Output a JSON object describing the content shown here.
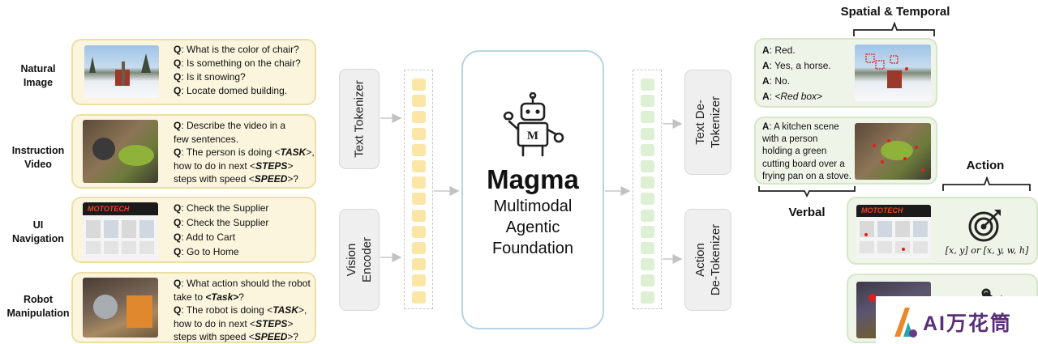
{
  "inputs": [
    {
      "label_lines": [
        "Natural",
        "Image"
      ],
      "questions": [
        [
          {
            "t": "Q",
            "b": true
          },
          {
            "t": ": What is the color of chair?"
          }
        ],
        [
          {
            "t": "Q",
            "b": true
          },
          {
            "t": ": Is something on the chair?"
          }
        ],
        [
          {
            "t": "Q",
            "b": true
          },
          {
            "t": ": Is it snowing?"
          }
        ],
        [
          {
            "t": "Q",
            "b": true
          },
          {
            "t": ": Locate domed building."
          }
        ]
      ]
    },
    {
      "label_lines": [
        "Instruction",
        "Video"
      ],
      "questions": [
        [
          {
            "t": "Q",
            "b": true
          },
          {
            "t": ": Describe the video in a"
          }
        ],
        [
          {
            "t": "few sentences."
          }
        ],
        [
          {
            "t": "Q",
            "b": true
          },
          {
            "t": ": The person is doing <"
          },
          {
            "t": "TASK",
            "b": true,
            "i": true
          },
          {
            "t": ">,"
          }
        ],
        [
          {
            "t": "how to do in next <"
          },
          {
            "t": "STEPS",
            "b": true,
            "i": true
          },
          {
            "t": ">"
          }
        ],
        [
          {
            "t": "steps with speed <"
          },
          {
            "t": "SPEED",
            "b": true,
            "i": true
          },
          {
            "t": ">?"
          }
        ]
      ]
    },
    {
      "label_lines": [
        "UI",
        "Navigation"
      ],
      "questions": [
        [
          {
            "t": "Q",
            "b": true
          },
          {
            "t": ": Check the Supplier"
          }
        ],
        [
          {
            "t": "Q",
            "b": true
          },
          {
            "t": ": Check the Supplier"
          }
        ],
        [
          {
            "t": "Q",
            "b": true
          },
          {
            "t": ": Add to Cart"
          }
        ],
        [
          {
            "t": "Q",
            "b": true
          },
          {
            "t": ": Go to Home"
          }
        ]
      ]
    },
    {
      "label_lines": [
        "Robot",
        "Manipulation"
      ],
      "questions": [
        [
          {
            "t": "Q",
            "b": true
          },
          {
            "t": ": What action should the robot"
          }
        ],
        [
          {
            "t": "take to "
          },
          {
            "t": "<Task>",
            "b": true,
            "i": true
          },
          {
            "t": "?"
          }
        ],
        [
          {
            "t": "Q",
            "b": true
          },
          {
            "t": ": The robot is doing <"
          },
          {
            "t": "TASK",
            "b": true,
            "i": true
          },
          {
            "t": ">,"
          }
        ],
        [
          {
            "t": "how to do in next <"
          },
          {
            "t": "STEPS",
            "b": true,
            "i": true
          },
          {
            "t": ">"
          }
        ],
        [
          {
            "t": "steps with speed <"
          },
          {
            "t": "SPEED",
            "b": true,
            "i": true
          },
          {
            "t": ">?"
          }
        ]
      ]
    }
  ],
  "thumb_labels": {
    "ui_brand": "MOTOTECH",
    "ui_brand_action": "MOTOTECH"
  },
  "text_tokenizer": "Text Tokenizer",
  "vision_encoder_lines": [
    "Vision",
    "Encoder"
  ],
  "center": {
    "title": "Magma",
    "subtitle_lines": [
      "Multimodal",
      "Agentic",
      "Foundation"
    ],
    "robot_letter": "M"
  },
  "text_detokenizer_lines": [
    "Text De-",
    "Tokenizer"
  ],
  "action_detokenizer_lines": [
    "Action",
    "De-Tokenizer"
  ],
  "outputs": {
    "spatial_temporal": "Spatial & Temporal",
    "verbal": "Verbal",
    "action": "Action",
    "answers1": [
      [
        {
          "t": "A",
          "b": true
        },
        {
          "t": ": Red."
        }
      ],
      [
        {
          "t": "A",
          "b": true
        },
        {
          "t": ": Yes, a horse."
        }
      ],
      [
        {
          "t": "A",
          "b": true
        },
        {
          "t": ": No."
        }
      ],
      [
        {
          "t": "A",
          "b": true
        },
        {
          "t": ": "
        },
        {
          "t": "<Red box>",
          "i": true
        }
      ]
    ],
    "answers2": [
      [
        {
          "t": "A",
          "b": true
        },
        {
          "t": ": A kitchen scene"
        }
      ],
      [
        {
          "t": "with a person"
        }
      ],
      [
        {
          "t": "holding a green"
        }
      ],
      [
        {
          "t": "cutting board over a"
        }
      ],
      [
        {
          "t": "frying pan on a stove."
        }
      ]
    ],
    "action_formula": "[x, y] or [x, y, w, h]"
  },
  "watermark": "AI万花筒",
  "colors": {
    "input_fill": "#fbf5dd",
    "input_border": "#ecdfa5",
    "output_fill": "#eef5e8",
    "output_border": "#d5e7c6",
    "center_border": "#b7d3e6",
    "text_token": "#fbe6a6",
    "out_token": "#def0d3"
  }
}
